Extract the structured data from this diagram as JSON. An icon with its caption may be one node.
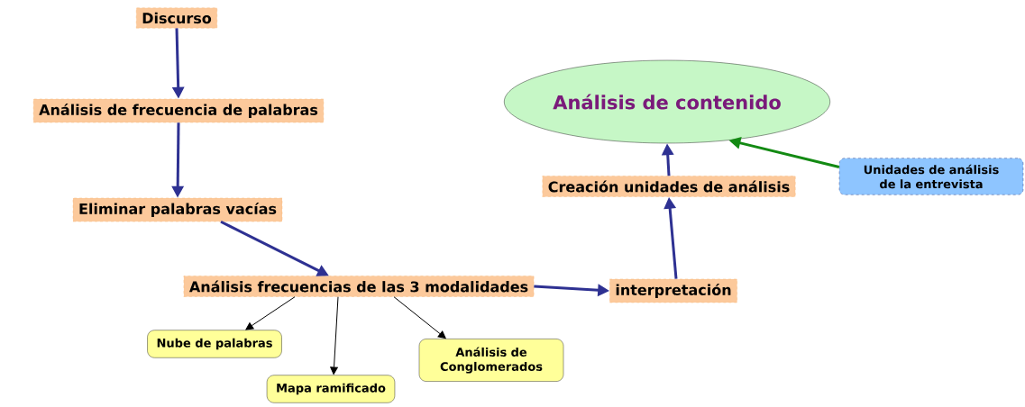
{
  "diagram": {
    "nodes": [
      {
        "text": [
          "Discurso"
        ]
      },
      {
        "text": [
          "Análisis de frecuencia de palabras"
        ]
      },
      {
        "text": [
          "Eliminar palabras vacías"
        ]
      },
      {
        "text": [
          "Análisis frecuencias de las 3 modalidades"
        ]
      },
      {
        "text": [
          "interpretación"
        ]
      },
      {
        "text": [
          "Creación unidades de análisis"
        ]
      },
      {
        "text": [
          "Análisis de contenido"
        ]
      },
      {
        "text": [
          "Unidades de análisis de la entrevista"
        ]
      },
      {
        "text": [
          "Nube de palabras"
        ]
      },
      {
        "text": [
          "Mapa ramificado"
        ]
      },
      {
        "text": [
          "Análisis de Conglomerados"
        ]
      }
    ],
    "edges": [
      {
        "from": 0,
        "to": 1,
        "arrow": "to"
      },
      {
        "from": 1,
        "to": 2,
        "arrow": "to"
      },
      {
        "from": 2,
        "to": 3,
        "arrow": "to"
      },
      {
        "from": 3,
        "to": 4,
        "arrow": "to"
      },
      {
        "from": 4,
        "to": 5,
        "arrow": "to"
      },
      {
        "from": 5,
        "to": 6,
        "arrow": "to"
      },
      {
        "from": 7,
        "to": 6,
        "arrow": "to",
        "color": "#138a13"
      },
      {
        "from": 3,
        "to": 8,
        "arrow": "to",
        "color": "#000000"
      },
      {
        "from": 3,
        "to": 9,
        "arrow": "to",
        "color": "#000000"
      },
      {
        "from": 3,
        "to": 10,
        "arrow": "to",
        "color": "#000000"
      }
    ]
  }
}
